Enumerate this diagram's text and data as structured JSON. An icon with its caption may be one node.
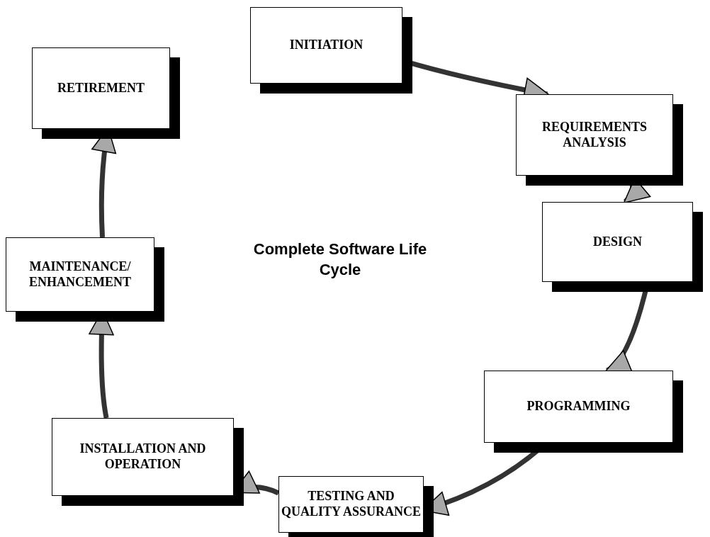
{
  "diagram": {
    "title": "Complete Software Life Cycle",
    "nodes": [
      {
        "text": [
          "INITIATION"
        ]
      },
      {
        "text": [
          "REQUIREMENTS ANALYSIS"
        ]
      },
      {
        "text": [
          "DESIGN"
        ]
      },
      {
        "text": [
          "PROGRAMMING"
        ]
      },
      {
        "text": [
          "TESTING AND QUALITY ASSURANCE"
        ]
      },
      {
        "text": [
          "INSTALLATION AND OPERATION"
        ]
      },
      {
        "text": [
          "MAINTENANCE/ ENHANCEMENT"
        ]
      },
      {
        "text": [
          "RETIREMENT"
        ]
      }
    ],
    "edges": [
      {
        "from": 0,
        "to": 1,
        "arrow": "to"
      },
      {
        "from": 1,
        "to": 2,
        "arrow": "to"
      },
      {
        "from": 2,
        "to": 3,
        "arrow": "to"
      },
      {
        "from": 3,
        "to": 4,
        "arrow": "to"
      },
      {
        "from": 4,
        "to": 5,
        "arrow": "to"
      },
      {
        "from": 5,
        "to": 6,
        "arrow": "to"
      },
      {
        "from": 6,
        "to": 7,
        "arrow": "to"
      }
    ]
  }
}
